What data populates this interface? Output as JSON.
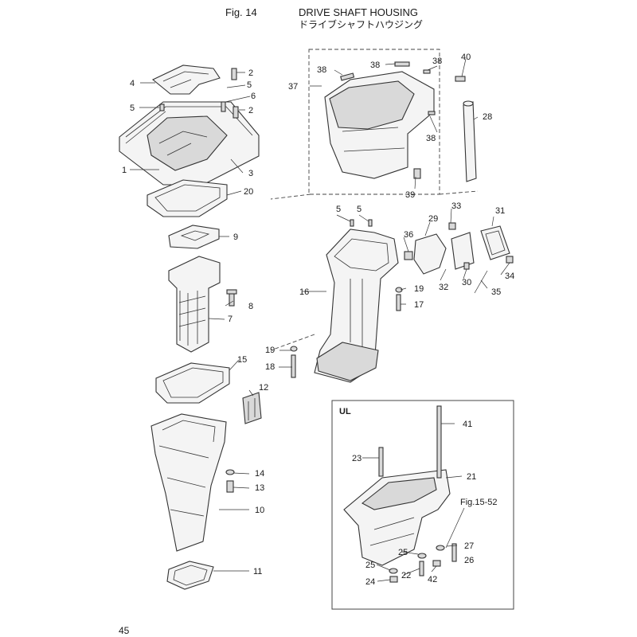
{
  "header": {
    "fig_label": "Fig. 14",
    "title_en": "DRIVE SHAFT HOUSING",
    "title_jp": "ドライブシャフトハウジング"
  },
  "page_number": "45",
  "ul_box": {
    "label": "UL"
  },
  "callouts": {
    "c1": "1",
    "c2a": "2",
    "c2b": "2",
    "c3": "3",
    "c4": "4",
    "c5a": "5",
    "c5b": "5",
    "c5c": "5",
    "c5d": "5",
    "c6": "6",
    "c7": "7",
    "c8": "8",
    "c9": "9",
    "c10": "10",
    "c11": "11",
    "c12": "12",
    "c13": "13",
    "c14": "14",
    "c15": "15",
    "c16": "16",
    "c17": "17",
    "c18": "18",
    "c19a": "19",
    "c19b": "19",
    "c20": "20",
    "c21": "21",
    "c22": "22",
    "c23": "23",
    "c24": "24",
    "c25a": "25",
    "c25b": "25",
    "c26": "26",
    "c27": "27",
    "c28": "28",
    "c29": "29",
    "c30": "30",
    "c31": "31",
    "c32": "32",
    "c33": "33",
    "c34": "34",
    "c35": "35",
    "c36": "36",
    "c37": "37",
    "c38a": "38",
    "c38b": "38",
    "c38c": "38",
    "c38d": "38",
    "c39": "39",
    "c40": "40",
    "c41": "41",
    "c42": "42",
    "fig_ref": "Fig.15-52"
  }
}
